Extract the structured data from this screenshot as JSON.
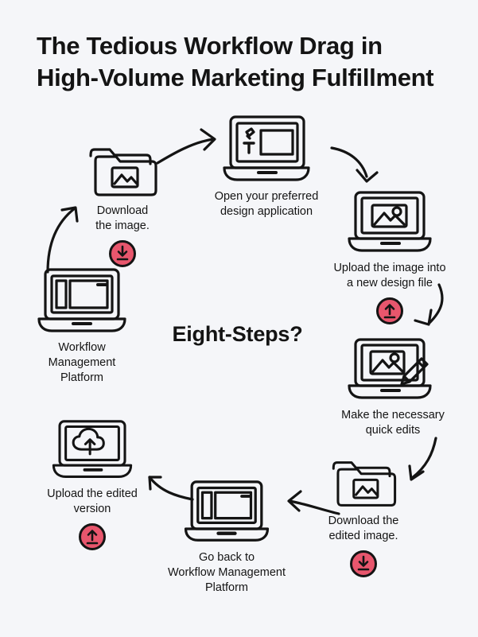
{
  "page": {
    "background_color": "#f5f6f9",
    "ink_color": "#141414",
    "badge_color": "#e8566d"
  },
  "title": {
    "line1": "The Tedious Workflow Drag in",
    "line2": "High-Volume Marketing Fulfillment"
  },
  "center": {
    "label": "Eight-Steps?"
  },
  "steps": [
    {
      "id": "workflow-management-platform",
      "icon": "laptop-dashboard-icon",
      "caption": "Workflow\nManagement\nPlatform",
      "badge": null
    },
    {
      "id": "download-the-image",
      "icon": "folder-image-icon",
      "caption": "Download\nthe image.",
      "badge": "download-badge-icon"
    },
    {
      "id": "open-design-application",
      "icon": "laptop-design-tools-icon",
      "caption": "Open your preferred\ndesign application",
      "badge": null
    },
    {
      "id": "upload-image-new-design-file",
      "icon": "laptop-image-icon",
      "caption": "Upload the image into\na new design file",
      "badge": "upload-badge-icon"
    },
    {
      "id": "make-quick-edits",
      "icon": "laptop-image-pencil-icon",
      "caption": "Make the necessary\nquick edits",
      "badge": null
    },
    {
      "id": "download-edited-image",
      "icon": "folder-image-icon",
      "caption": "Download the\nedited image.",
      "badge": "download-badge-icon"
    },
    {
      "id": "go-back-to-workflow-platform",
      "icon": "laptop-dashboard-icon",
      "caption": "Go back to\nWorkflow Management\nPlatform",
      "badge": null
    },
    {
      "id": "upload-edited-version",
      "icon": "laptop-cloud-upload-icon",
      "caption": "Upload the edited\nversion",
      "badge": "upload-badge-icon"
    }
  ],
  "arrows": [
    {
      "id": "arrow-platform-to-download",
      "direction": "up-right"
    },
    {
      "id": "arrow-download-to-design-app",
      "direction": "right"
    },
    {
      "id": "arrow-design-app-to-upload",
      "direction": "down-right"
    },
    {
      "id": "arrow-upload-to-edits",
      "direction": "down"
    },
    {
      "id": "arrow-edits-to-download-edited",
      "direction": "down-left"
    },
    {
      "id": "arrow-download-edited-to-goback",
      "direction": "left"
    },
    {
      "id": "arrow-goback-to-upload-edited",
      "direction": "up-left"
    }
  ]
}
